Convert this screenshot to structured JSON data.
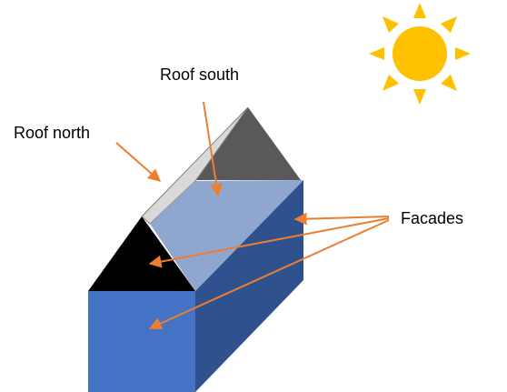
{
  "labels": {
    "roof_south": "Roof south",
    "roof_north": "Roof north",
    "facades": "Facades"
  },
  "colors": {
    "arrow": "#ED7D31",
    "sun": "#FFC000",
    "facade_front": "#4472C4",
    "facade_side": "#2F528F",
    "gable_back": "#595959",
    "gable_front": "#000000",
    "roof_south": "#8FA7CE",
    "roof_north": "#D9D9D9"
  },
  "icons": [
    "sun-icon"
  ]
}
